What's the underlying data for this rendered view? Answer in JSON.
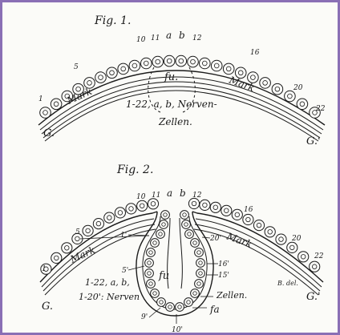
{
  "figure1": {
    "title": "Fig. 1.",
    "cell_numbers": [
      "1",
      "5",
      "10",
      "11",
      "12",
      "16",
      "20",
      "22"
    ],
    "cell_letters": [
      "a",
      "b"
    ],
    "mark_label": "Mark",
    "fu_label": "fu.",
    "caption_line1": "1-22, a, b, Nerven-",
    "caption_line2": "Zellen.",
    "left_edge": "G.",
    "right_edge": "G.'"
  },
  "figure2": {
    "title": "Fig. 2.",
    "cell_numbers": [
      "1",
      "5",
      "10",
      "11",
      "12",
      "16",
      "20",
      "22"
    ],
    "cell_letters": [
      "a",
      "b"
    ],
    "primed_numbers": [
      "1'",
      "5'",
      "9'",
      "10'",
      "15'",
      "16'",
      "20'"
    ],
    "mark_label": "Mark",
    "fu_label": "fu",
    "fa_label": "fa",
    "caption_line1": "1-22, a, b,",
    "caption_line2": "1-20': Nerven",
    "zellen_label": "Zellen.",
    "left_edge": "G.",
    "right_edge": "G.'",
    "author": "B. del."
  },
  "colors": {
    "frame": "#8a6fb5",
    "ink": "#1a1a1a",
    "paper": "#fbfbf8"
  }
}
